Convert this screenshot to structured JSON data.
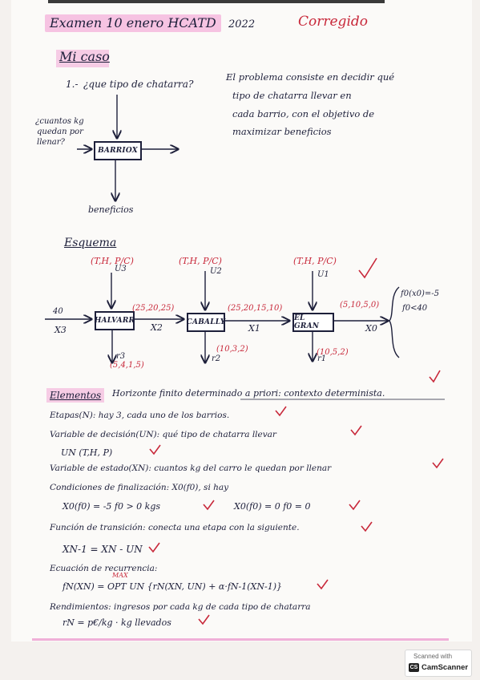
{
  "header": {
    "title": "Examen 10 enero HCATD",
    "year": "2022",
    "status": "Corregido"
  },
  "section": "Mi caso",
  "question": {
    "number": "1.-",
    "text": "¿que tipo de chatarra?",
    "answer_lines": [
      "El problema consiste en decidir qué",
      "tipo de chatarra llevar en",
      "cada barrio, con el objetivo de",
      "maximizar beneficios"
    ]
  },
  "small_diagram": {
    "input_label_lines": [
      "¿cuantos kg",
      "quedan por",
      "llenar?"
    ],
    "box": "BARRIOX",
    "output_label": "beneficios"
  },
  "esquema": {
    "title": "Esquema",
    "top_labels": [
      "(T,H, P/C)",
      "(T,H, P/C)",
      "(T,H, P/C)"
    ],
    "decision_labels": [
      "U3",
      "U2",
      "U1"
    ],
    "boxes": [
      "HALVARR",
      "CABALLY",
      "EL GRAN"
    ],
    "input_value": "40",
    "state_labels": [
      "X3",
      "X2",
      "X1",
      "X0"
    ],
    "arrow_values": [
      "(25,20,25)",
      "(25,20,15,10)",
      "(5,10,5,0)"
    ],
    "returns": [
      {
        "label": "r3",
        "values": "(5,4,1,5)"
      },
      {
        "label": "r2",
        "values": "(10,3,2)"
      },
      {
        "label": "r1",
        "values": "(10,5,2)"
      }
    ],
    "final_conditions": [
      "f0(x0)=-5",
      "f0<40"
    ]
  },
  "elementos": {
    "title": "Elementos",
    "intro": "Horizonte finito determinado a priori: contexto determinista.",
    "items": [
      "Etapas(N): hay 3, cada uno de los barrios.",
      "Variable de decisión(UN): qué tipo de chatarra llevar",
      "Variable de estado(XN): cuantos kg del carro le quedan por llenar",
      "Condiciones de finalización: X0(f0), si hay",
      "Función de transición: conecta una etapa con la siguiente.",
      "Ecuación de recurrencia:",
      "Rendimientos: ingresos por cada kg de cada tipo de chatarra"
    ],
    "item_extra": {
      "decision_sub": "UN (T,H, P)",
      "finalization_a": "X0(f0) = -5   f0 > 0 kgs",
      "finalization_b": "X0(f0) = 0   f0 = 0",
      "transition_formula": "XN-1 = XN - UN",
      "recurrence_formula": "fN(XN) = OPT UN {rN(XN, UN) + α·fN-1(XN-1)}",
      "recurrence_max": "MAX",
      "returns_formula": "rN = p€/kg · kg llevados"
    }
  },
  "scanner": {
    "line1": "Scanned with",
    "line2": "CamScanner",
    "logo": "CS"
  },
  "colors": {
    "ink": "#1d1f3a",
    "correction": "#c8283a",
    "highlight": "#f3a6d6"
  }
}
